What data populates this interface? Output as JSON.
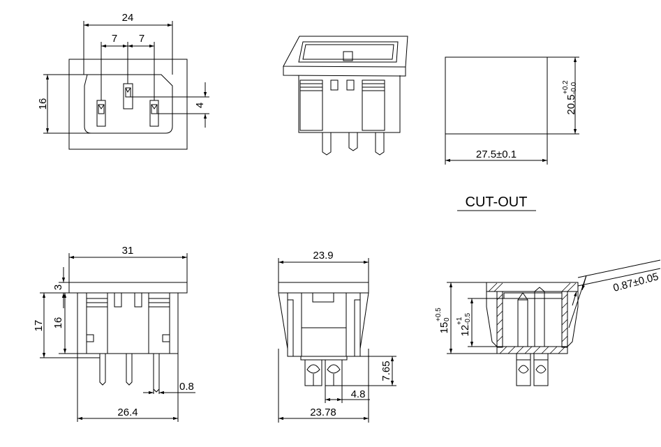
{
  "front_view": {
    "width": "24",
    "pin_spacing_left": "7",
    "pin_spacing_right": "7",
    "height": "16",
    "pin_offset": "4"
  },
  "cutout": {
    "height_main": "20.5",
    "height_tol_upper": "+0.2",
    "height_tol_lower": "-0.0",
    "width": "27.5±0.1",
    "label": "CUT-OUT"
  },
  "side_view_left": {
    "overall_width": "31",
    "flange": "3",
    "body_height": "16",
    "overall_height": "17",
    "pin_thickness": "0.8",
    "pin_span": "26.4"
  },
  "side_view_mid": {
    "top_width": "23.9",
    "terminal_height": "7.65",
    "terminal_width": "4.8",
    "bottom_width": "23.78"
  },
  "section_view": {
    "panel_thickness": "0.87±0.05",
    "outer_main": "15",
    "outer_tol_upper": "+0.5",
    "outer_tol_lower": "0",
    "inner_main": "12",
    "inner_tol_upper": "+1",
    "inner_tol_lower": "-0.5"
  }
}
